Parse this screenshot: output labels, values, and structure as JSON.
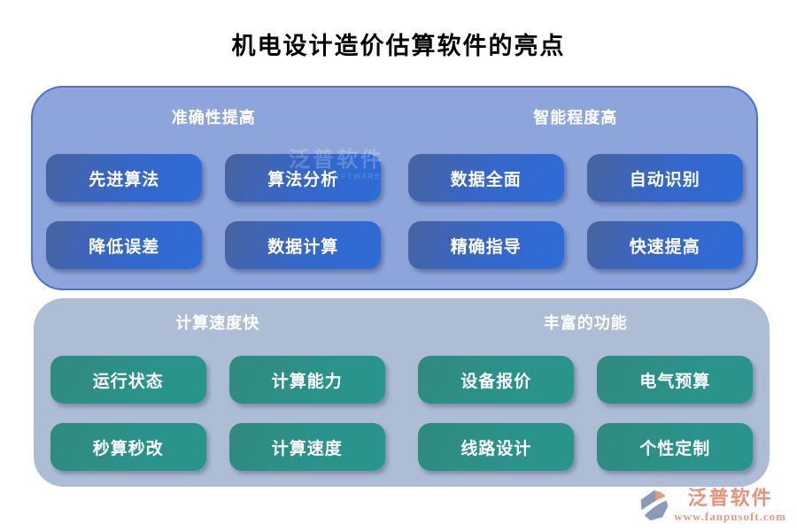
{
  "title": "机电设计造价估算软件的亮点",
  "top_panel": {
    "sections": [
      {
        "header": "准确性提高",
        "buttons": [
          "先进算法",
          "算法分析",
          "降低误差",
          "数据计算"
        ]
      },
      {
        "header": "智能程度高",
        "buttons": [
          "数据全面",
          "自动识别",
          "精确指导",
          "快速提高"
        ]
      }
    ]
  },
  "bottom_panel": {
    "sections": [
      {
        "header": "计算速度快",
        "buttons": [
          "运行状态",
          "计算能力",
          "秒算秒改",
          "计算速度"
        ]
      },
      {
        "header": "丰富的功能",
        "buttons": [
          "设备报价",
          "电气预算",
          "线路设计",
          "个性定制"
        ]
      }
    ]
  },
  "watermark": {
    "text": "泛普软件",
    "subtext": "FANPU SOFTWARE"
  },
  "logo": {
    "brand": "泛普软件",
    "url": "www.fanpusoft.com"
  },
  "colors": {
    "top_panel_bg": "#8da5db",
    "top_panel_border": "#4d73cc",
    "bottom_panel_bg": "#aebdd6",
    "blue_button": "#2d6cd8",
    "green_button": "#2a938a",
    "logo_text": "#e8907a"
  }
}
